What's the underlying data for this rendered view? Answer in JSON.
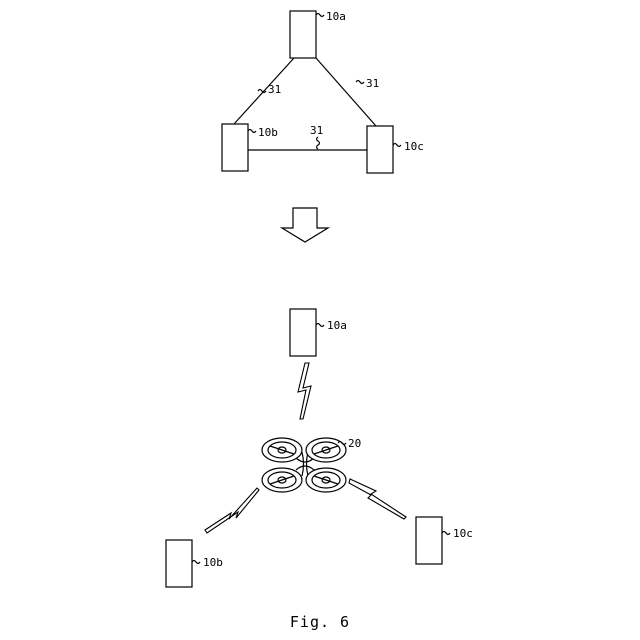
{
  "top_diagram": {
    "device_a": "10a",
    "device_b": "10b",
    "device_c": "10c",
    "link_ab": "31",
    "link_ac": "31",
    "link_bc": "31"
  },
  "bottom_diagram": {
    "device_a": "10a",
    "device_b": "10b",
    "device_c": "10c",
    "drone": "20"
  },
  "caption": "Fig. 6"
}
